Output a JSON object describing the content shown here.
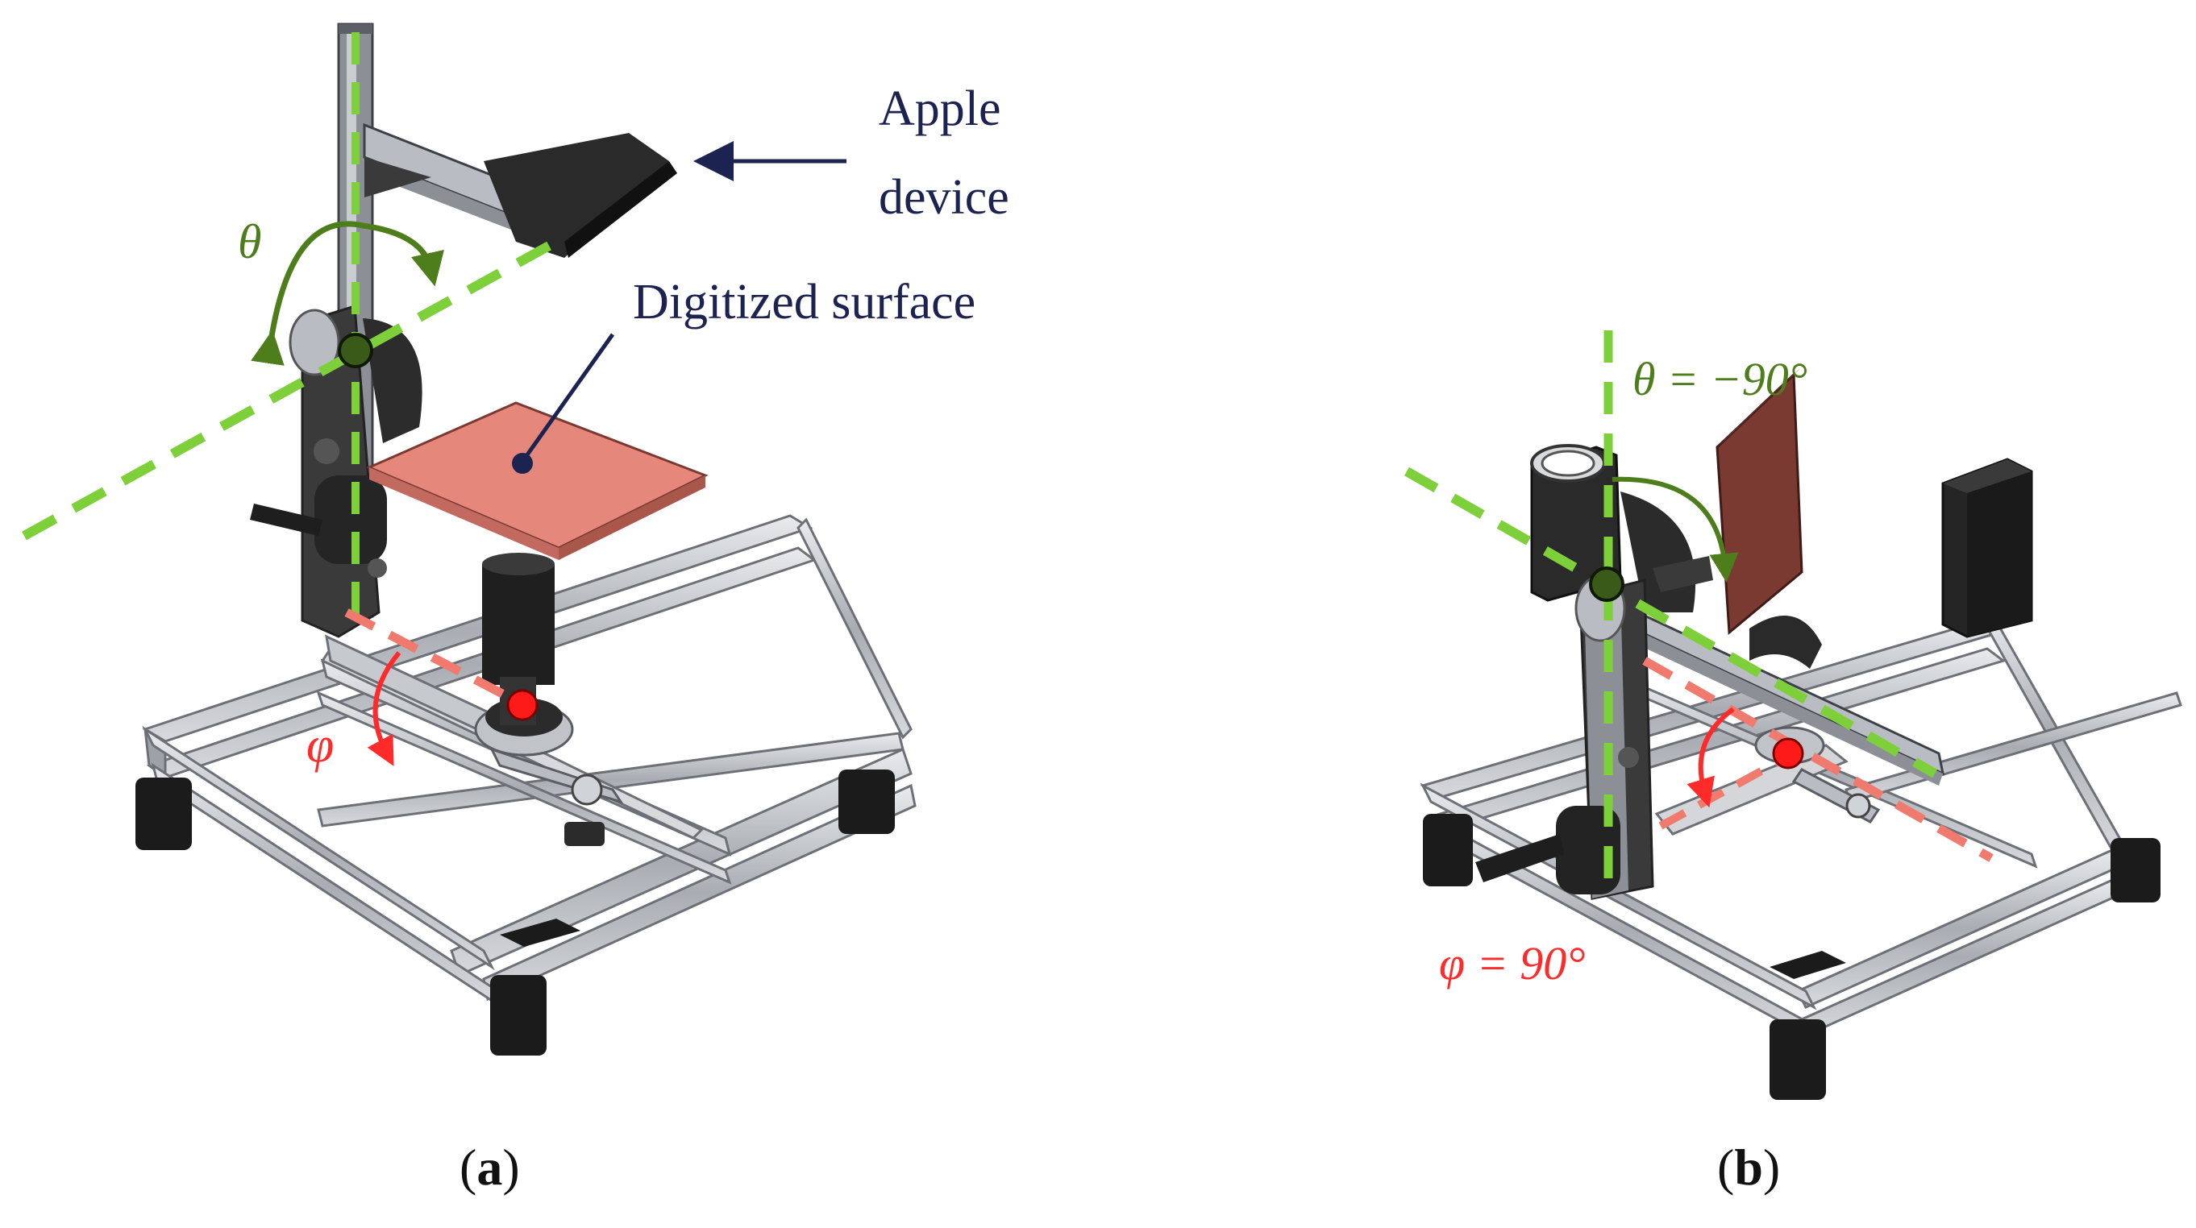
{
  "panel_a": {
    "caption_open": "(",
    "caption_letter": "a",
    "caption_close": ")",
    "label_apple_line1": "Apple",
    "label_apple_line2": "device",
    "label_surface": "Digitized surface",
    "label_theta": "θ",
    "label_phi": "φ"
  },
  "panel_b": {
    "caption_open": "(",
    "caption_letter": "b",
    "caption_close": ")",
    "label_theta": "θ = −90°",
    "label_phi": "φ = 90°"
  },
  "colors": {
    "theta_axis": "#7dd03a",
    "theta_arrow": "#4e7d1c",
    "phi_axis": "#f07a6e",
    "phi_label": "#ff2a2a",
    "surface_a": "#e5877a",
    "surface_b": "#7a3a32",
    "annotation": "#1c2350",
    "frame": "#b9bdc3",
    "dark_part": "#2a2a2a"
  }
}
